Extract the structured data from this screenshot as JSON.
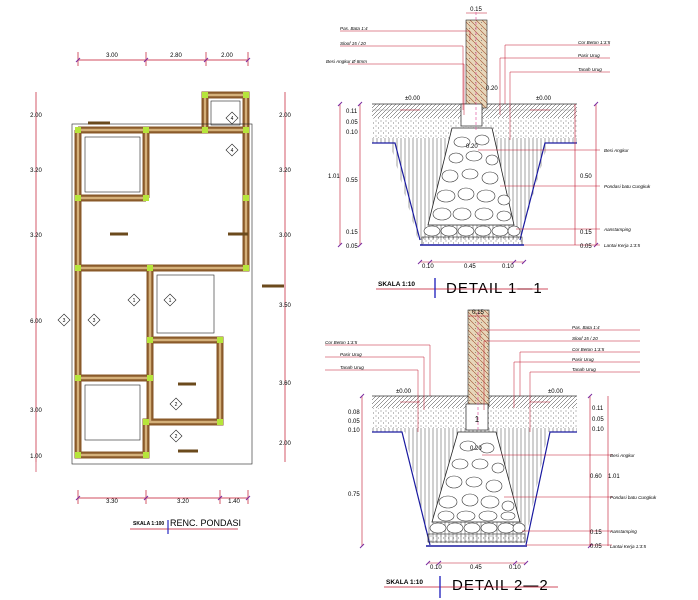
{
  "plan": {
    "title": "RENC. PONDASI",
    "scale": "SKALA 1:100",
    "top_dims": [
      "3.00",
      "2.80",
      "2.00"
    ],
    "bottom_dims": [
      "3.30",
      "3.20",
      "1.40"
    ],
    "left_dims": [
      "2.00",
      "3.20",
      "3.20",
      "6.00",
      "3.00",
      "1.00"
    ],
    "right_dims": [
      "2.00",
      "3.20",
      "3.00",
      "3.50",
      "3.60",
      "2.00"
    ],
    "markers": [
      "1",
      "1",
      "2",
      "2",
      "3",
      "3",
      "4",
      "4"
    ]
  },
  "detail1": {
    "title": "DETAIL 1—1",
    "scale": "SKALA 1:10",
    "top_width": "0.15",
    "bottom_dims": [
      "0.10",
      "0.45",
      "0.10"
    ],
    "left_dims": [
      "0.11",
      "0.05",
      "0.10",
      "1.01",
      "0.55",
      "0.15",
      "0.05"
    ],
    "right_dims": [
      "0.20",
      "0.20",
      "0.50",
      "0.15",
      "0.05"
    ],
    "level_labels": [
      "±0.00",
      "±0.00"
    ],
    "labels_left": [
      "Pas. Bata 1:4",
      "Sloof 15 / 20",
      "Besi Angkur Ø 8mm"
    ],
    "labels_right": [
      "Cor Beton 1:3:5",
      "Pasir Urug",
      "Tanah Urug",
      "Besi Angkur",
      "Pondasi batu Cungkuk",
      "Aanstamping",
      "Lantai Kerja 1:3:5"
    ]
  },
  "detail2": {
    "title": "DETAIL 2—2",
    "scale": "SKALA 1:10",
    "top_width": "0.15",
    "bottom_dims": [
      "0.10",
      "0.45",
      "0.10"
    ],
    "left_dims": [
      "0.08",
      "0.05",
      "0.10",
      "0.75"
    ],
    "right_dims": [
      "0.11",
      "0.05",
      "0.10",
      "0.20",
      "0.60",
      "1.01",
      "0.15",
      "0.05"
    ],
    "level_labels": [
      "±0.00",
      "±0.00"
    ],
    "labels_left": [
      "Cor Beton 1:3:5",
      "Pasir Urug",
      "Tanah Urug"
    ],
    "labels_right": [
      "Pas. Bata 1:4",
      "Sloof 15 / 20",
      "Cor Beton 1:3:5",
      "Pasir Urug",
      "Tanah Urug",
      "Besi Angkur",
      "Pondasi batu Cungkuk",
      "Aanstamping",
      "Lantai Kerja 1:3:5"
    ]
  },
  "colors": {
    "wall_brown": "#8a5a2a",
    "node_green": "#b6e53a",
    "dim_red": "#c0122a",
    "title_blue": "#2a2ac0",
    "label_purple": "#7a2aa0"
  }
}
